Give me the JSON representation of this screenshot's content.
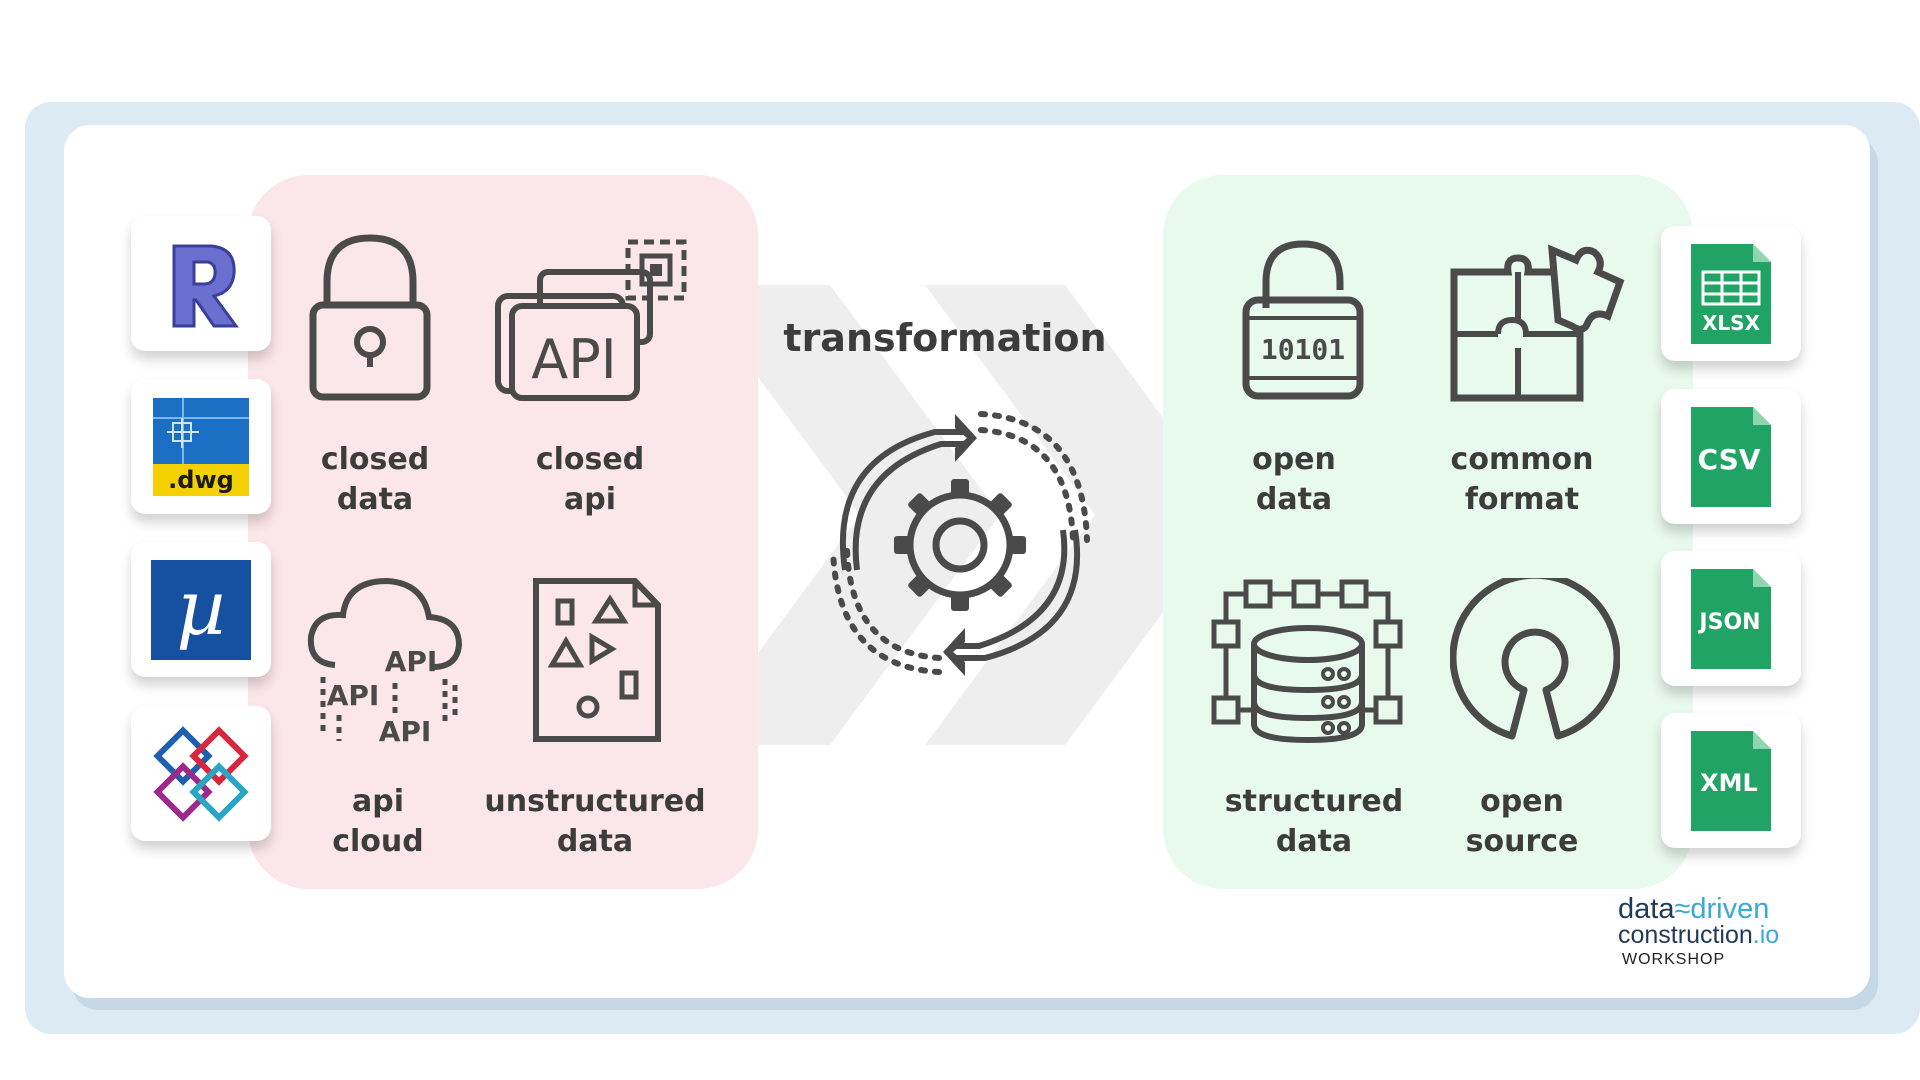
{
  "title": "transformation",
  "closed_side": {
    "items": [
      {
        "line1": "closed",
        "line2": "data",
        "icon": "padlock-icon"
      },
      {
        "line1": "closed",
        "line2": "api",
        "icon": "api-cards-icon"
      },
      {
        "line1": "api",
        "line2": "cloud",
        "icon": "api-cloud-icon"
      },
      {
        "line1": "unstructured",
        "line2": "data",
        "icon": "unstructured-doc-icon"
      }
    ]
  },
  "open_side": {
    "items": [
      {
        "line1": "open",
        "line2": "data",
        "icon": "open-padlock-binary-icon"
      },
      {
        "line1": "common",
        "line2": "format",
        "icon": "puzzle-icon"
      },
      {
        "line1": "structured",
        "line2": "data",
        "icon": "database-network-icon"
      },
      {
        "line1": "open",
        "line2": "source",
        "icon": "open-source-icon"
      }
    ]
  },
  "icon_texts": {
    "api_card": "API",
    "api_cloud_1": "API",
    "api_cloud_2": "API",
    "api_cloud_3": "API",
    "binary": "10101"
  },
  "proprietary_tiles": [
    {
      "icon": "revit-logo-icon",
      "text": ""
    },
    {
      "icon": "dwg-logo-icon",
      "text": ".dwg"
    },
    {
      "icon": "microstation-logo-icon",
      "text": "µ"
    },
    {
      "icon": "ifc-logo-icon",
      "text": ""
    }
  ],
  "format_tiles": [
    {
      "icon": "xlsx-file-icon",
      "text": "XLSX"
    },
    {
      "icon": "csv-file-icon",
      "text": "CSV"
    },
    {
      "icon": "json-file-icon",
      "text": "JSON"
    },
    {
      "icon": "xml-file-icon",
      "text": "XML"
    }
  ],
  "brand": {
    "word_data": "data",
    "word_driven": "driven",
    "word_construction": "construction",
    "word_io": ".io",
    "tagline": "WORKSHOP"
  },
  "colors": {
    "closed_panel": "#fbe6ea",
    "open_panel": "#e8f9ee",
    "frame": "#dceaf4",
    "icon_stroke": "#4a4a4a",
    "file_green": "#21a366"
  }
}
